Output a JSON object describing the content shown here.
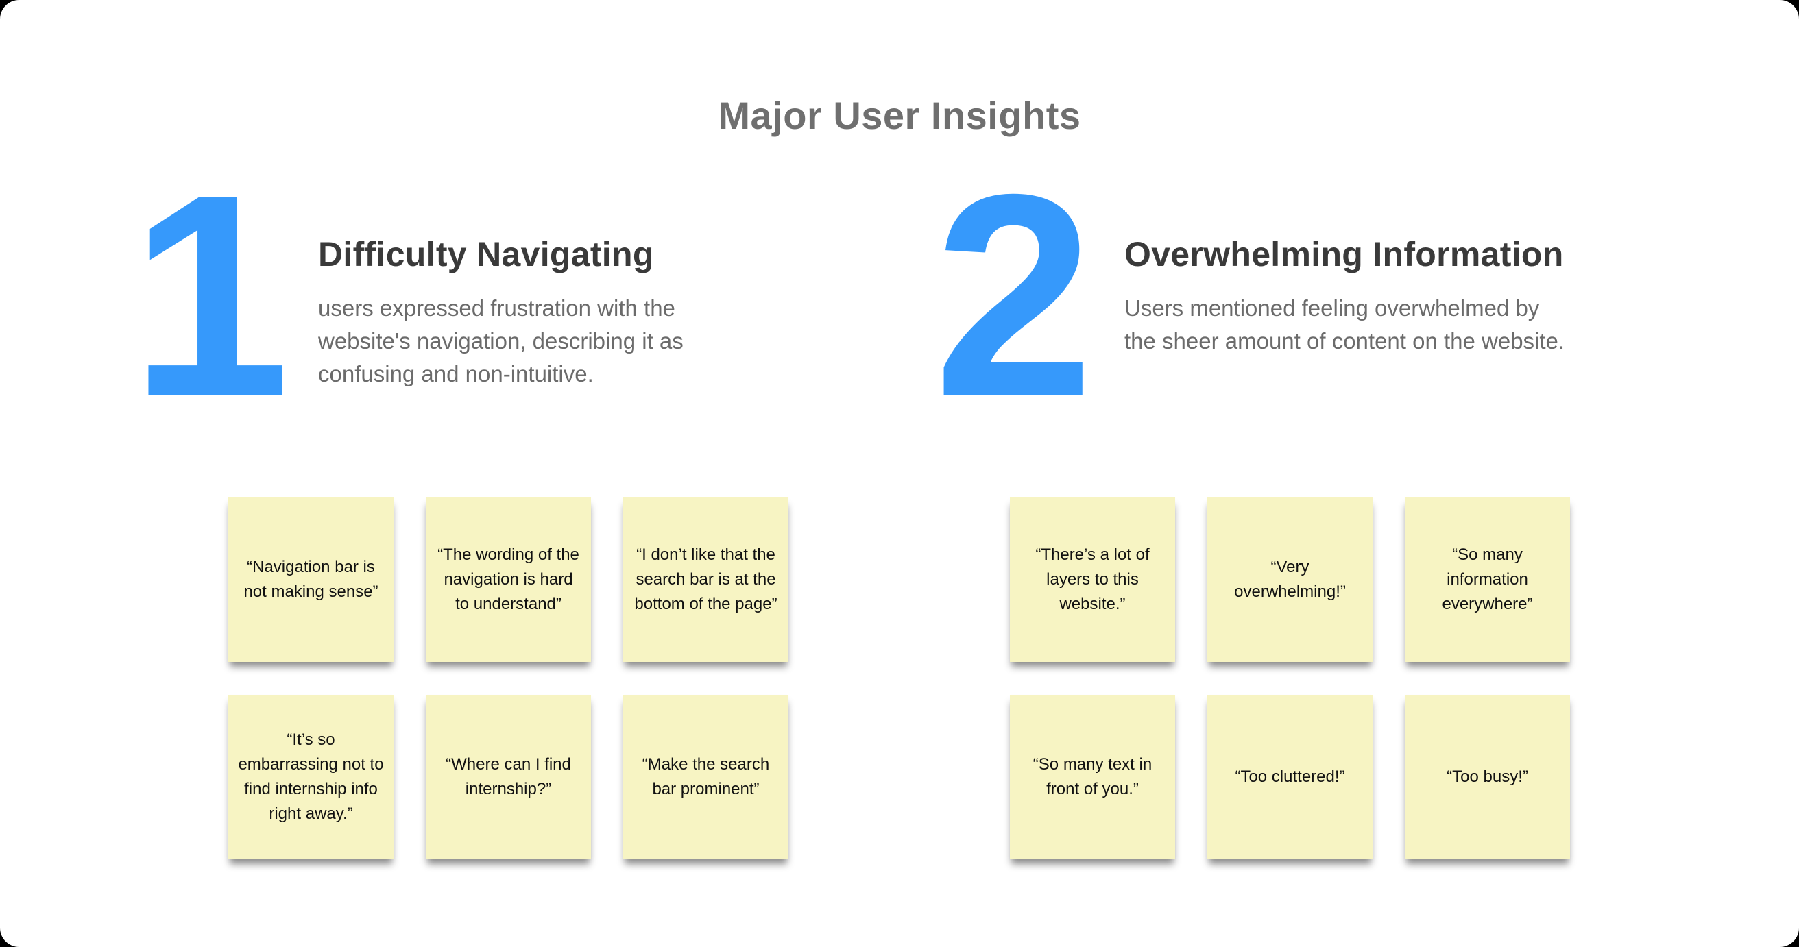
{
  "slide": {
    "title": "Major User Insights"
  },
  "colors": {
    "accent_blue": "#3699FB",
    "sticky_note_yellow": "#F7F4C3",
    "card_background": "#FFFFFF",
    "outer_background": "#000000",
    "title_gray": "#6F6F6F",
    "heading_gray": "#3A3A3A",
    "body_gray": "#6B6B6B"
  },
  "sections": [
    {
      "number": "1",
      "heading": "Difficulty Navigating",
      "description": "users expressed frustration with the\nwebsite's navigation, describing it as\nconfusing and non-intuitive.",
      "notes": [
        "“Navigation bar is not making sense”",
        "“The wording of the navigation is hard to understand”",
        "“I don’t like that the search bar is at the bottom of the page”",
        "“It’s so embarrassing not to find internship info right away.”",
        "“Where can I find internship?”",
        "“Make the search bar prominent”"
      ]
    },
    {
      "number": "2",
      "heading": "Overwhelming Information",
      "description": "Users mentioned feeling overwhelmed by\nthe sheer amount of content on the website.",
      "notes": [
        "“There’s a lot of layers to this website.”",
        "“Very overwhelming!”",
        "“So many information everywhere”",
        "“So many text in front of you.”",
        "“Too cluttered!”",
        "“Too busy!”"
      ]
    }
  ]
}
